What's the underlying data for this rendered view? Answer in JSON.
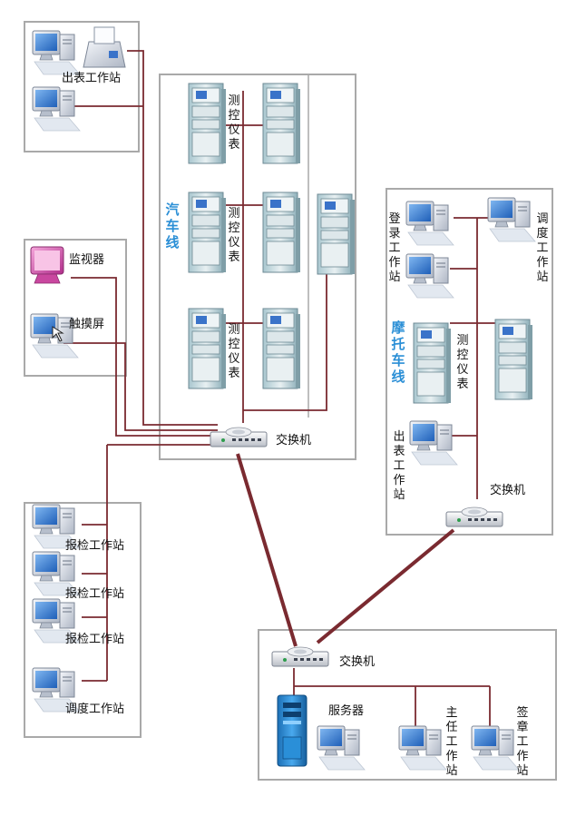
{
  "colors": {
    "link": "#7a2a30",
    "group_border": "#a9a9a9",
    "line_label": "#2b8fd6",
    "monitor_screen": "#3f86d6",
    "monitor_pink": "#d24aa7",
    "server_blue": "#2a8fd8"
  },
  "groups": {
    "print_station": {
      "label": "出表工作站"
    },
    "monitor_group": {
      "monitor_label": "监视器",
      "touch_label": "触摸屏"
    },
    "car_line": {
      "line_name": "汽车线",
      "instrument_labels": [
        "测控仪表",
        "测控仪表",
        "测控仪表"
      ],
      "switch_label": "交换机"
    },
    "moto_line": {
      "line_name": "摩托车线",
      "login_label": "登录工作站",
      "dispatch_label": "调度工作站",
      "instrument_label": "测控仪表",
      "print_label": "出表工作站",
      "switch_label": "交换机"
    },
    "inspection_group": {
      "labels": [
        "报检工作站",
        "报检工作站",
        "报检工作站",
        "调度工作站"
      ]
    },
    "server_group": {
      "switch_label": "交换机",
      "server_label": "服务器",
      "director_label": "主任工作站",
      "sign_label": "签章工作站"
    }
  },
  "icons": {
    "workstation": "desktop-computer-icon",
    "printer": "printer-icon",
    "instrument_rack": "instrument-rack-icon",
    "switch": "network-switch-icon",
    "server": "server-tower-icon",
    "monitor": "crt-monitor-icon",
    "touch_screen": "touch-screen-icon"
  }
}
